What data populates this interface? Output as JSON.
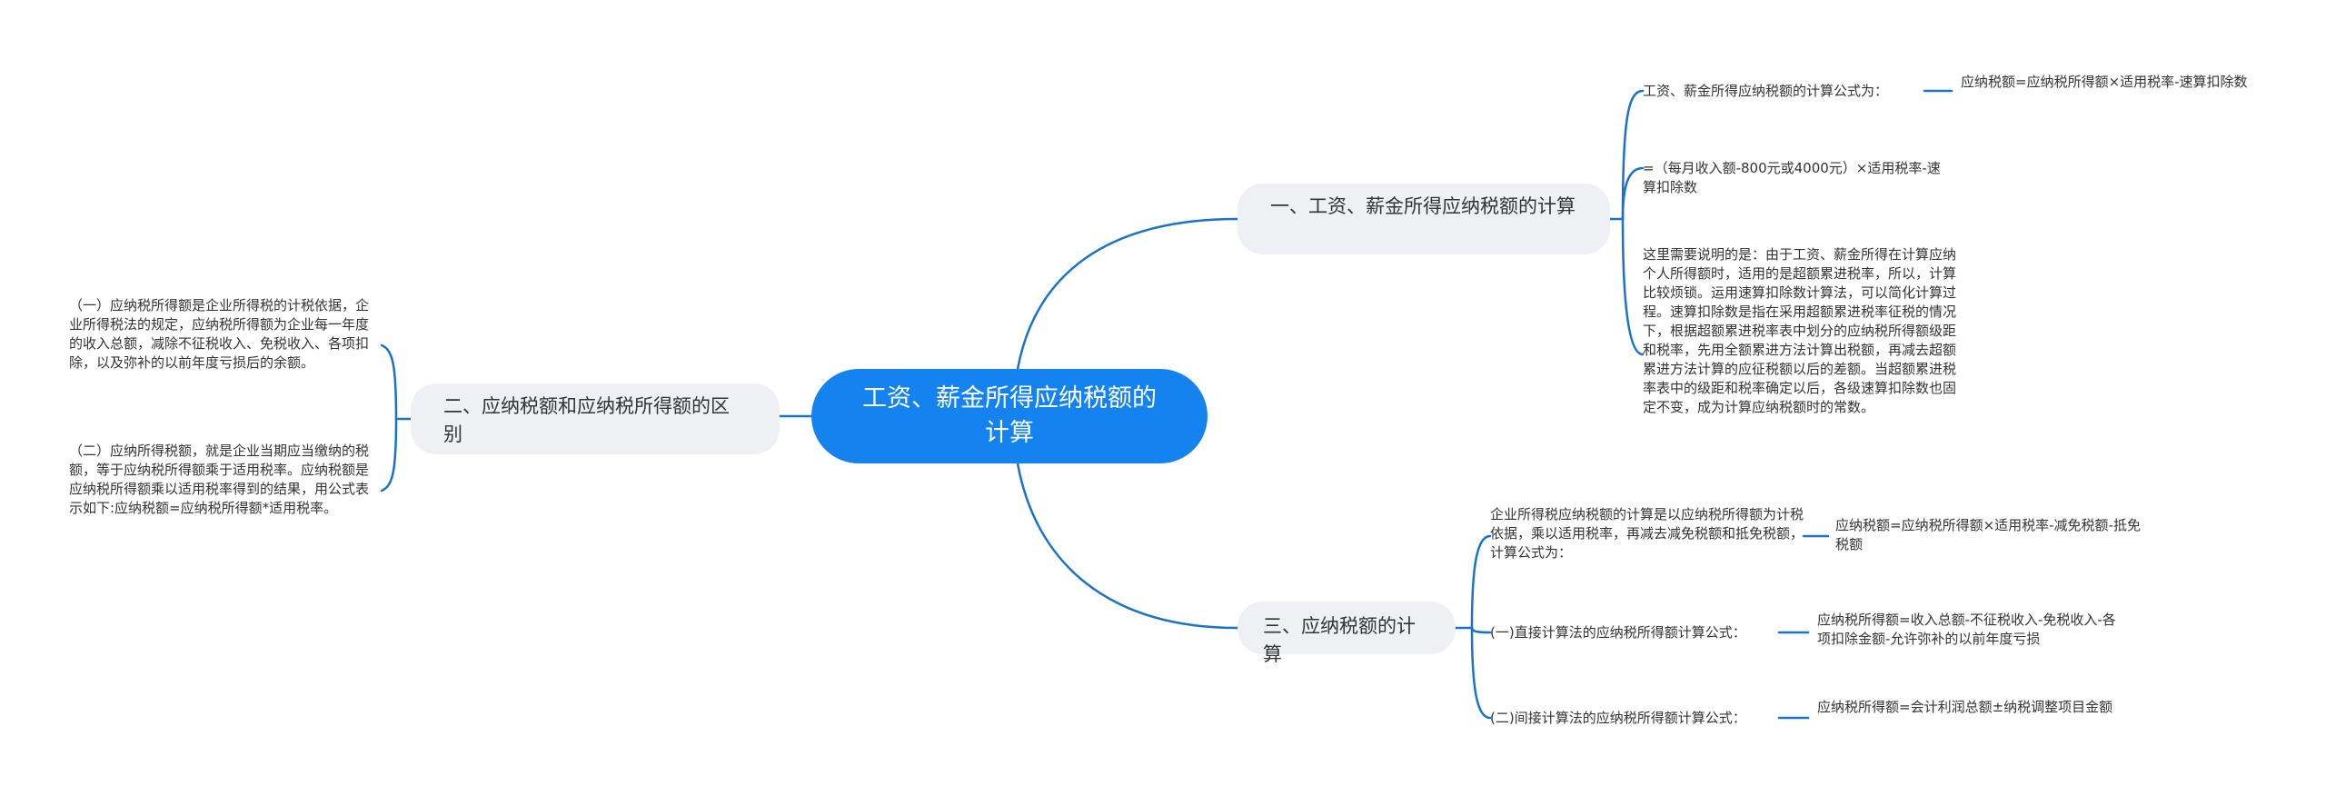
{
  "root": {
    "title": "工资、薪金所得应纳税额的计算"
  },
  "branch1": {
    "title": "一、工资、薪金所得应纳税额的计算",
    "formula_label": "工资、薪金所得应纳税额的计算公式为：",
    "formula": "应纳税额=应纳税所得额×适用税率-速算扣除数",
    "formula_expanded": "=（每月收入额-800元或4000元）×适用税率-速算扣除数",
    "note": "这里需要说明的是：由于工资、薪金所得在计算应纳个人所得额时，适用的是超额累进税率，所以，计算比较烦锁。运用速算扣除数计算法，可以简化计算过程。速算扣除数是指在采用超额累进税率征税的情况下，根据超额累进税率表中划分的应纳税所得额级距和税率，先用全额累进方法计算出税额，再减去超额累进方法计算的应征税额以后的差额。当超额累进税率表中的级距和税率确定以后，各级速算扣除数也固定不变，成为计算应纳税额时的常数。"
  },
  "branch2": {
    "title": "二、应纳税额和应纳税所得额的区别",
    "item1": "（一）应纳税所得额是企业所得税的计税依据，企业所得税法的规定，应纳税所得额为企业每一年度的收入总额，减除不征税收入、免税收入、各项扣除，以及弥补的以前年度亏损后的余额。",
    "item2": "（二）应纳所得税额，就是企业当期应当缴纳的税额，等于应纳税所得额乘于适用税率。应纳税额是应纳税所得额乘以适用税率得到的结果，用公式表示如下:应纳税额=应纳税所得额*适用税率。"
  },
  "branch3": {
    "title": "三、应纳税额的计算",
    "corp_label": "企业所得税应纳税额的计算是以应纳税所得额为计税依据，乘以适用税率，再减去减免税额和抵免税额，计算公式为：",
    "corp_formula": "应纳税额=应纳税所得额×适用税率-减免税额-抵免税额",
    "direct_label": "(一)直接计算法的应纳税所得额计算公式：",
    "direct_formula": "应纳税所得额=收入总额-不征税收入-免税收入-各项扣除金额-允许弥补的以前年度亏损",
    "indirect_label": "(二)间接计算法的应纳税所得额计算公式：",
    "indirect_formula": "应纳税所得额=会计利润总额±纳税调整项目金额"
  },
  "colors": {
    "root": "#1482ef",
    "branch": "#eef0f4",
    "link": "#1a73c9"
  }
}
